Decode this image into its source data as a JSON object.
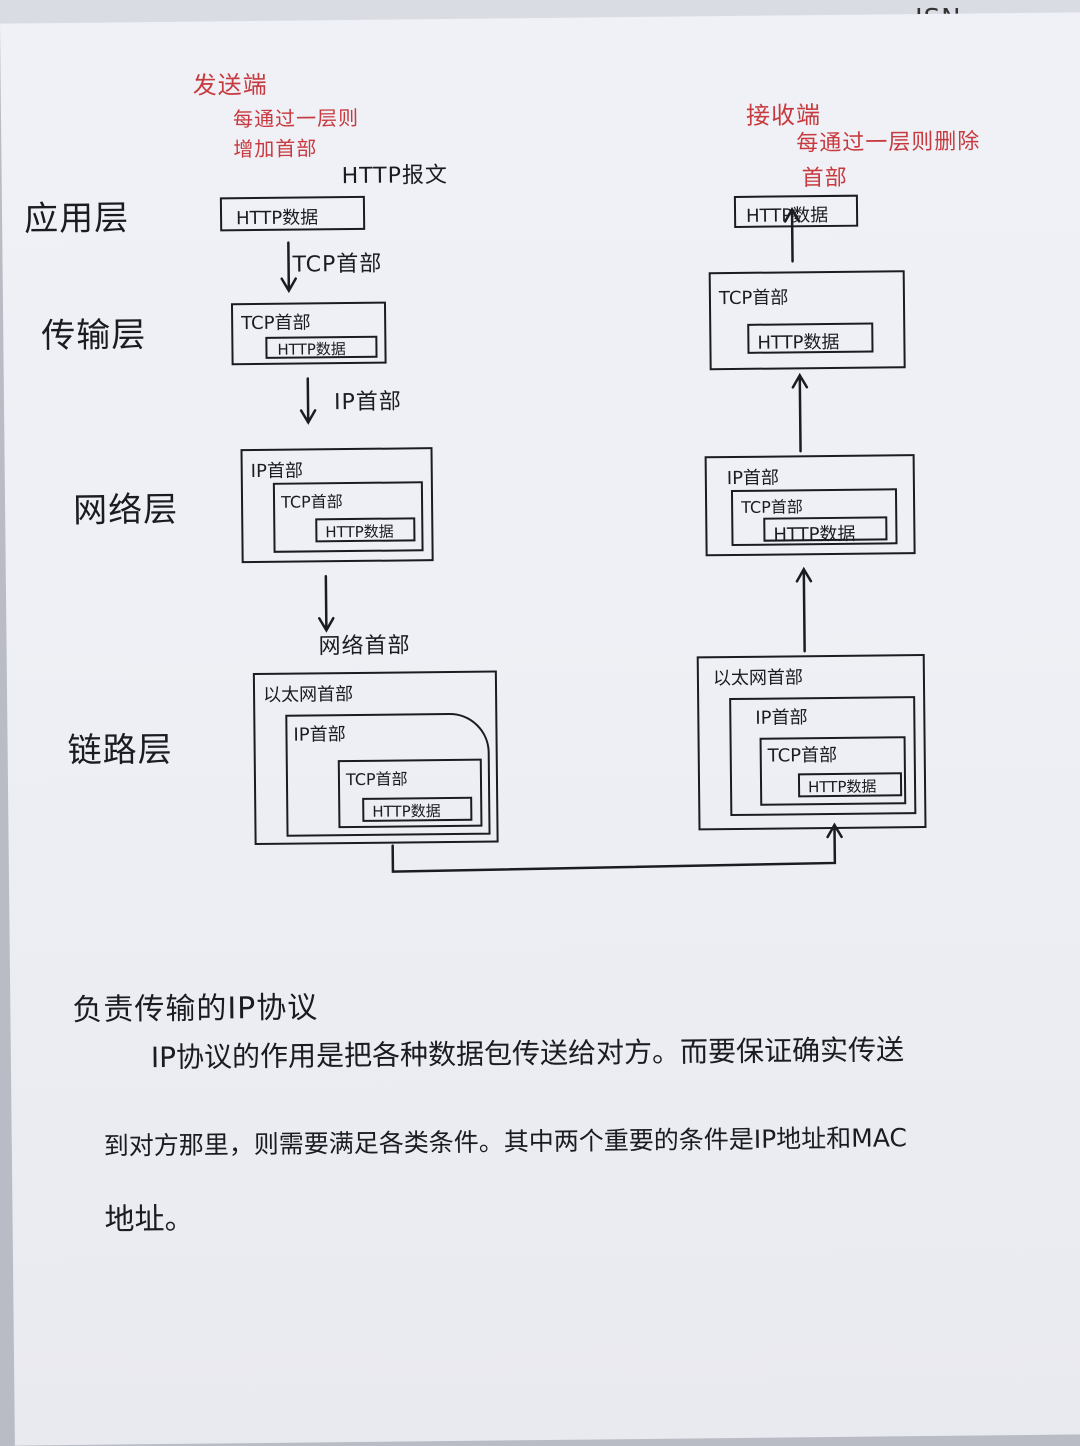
{
  "header_scribble": "ISN",
  "layers": {
    "application": "应用层",
    "transport": "传输层",
    "network": "网络层",
    "link": "链路层"
  },
  "sender": {
    "annotation": [
      "发送端",
      "每通过一层则",
      "增加首部"
    ],
    "http_message": "HTTP报文",
    "http_data": "HTTP数据",
    "tcp_header": "TCP首部",
    "ip_header": "IP首部",
    "ethernet_header": "以太网首部",
    "step_tcp": "TCP首部",
    "step_ip": "IP首部",
    "step_link": "网络首部"
  },
  "receiver": {
    "annotation": [
      "接收端",
      "每通过一层则删除",
      "首部"
    ],
    "http_data": "HTTP数据",
    "tcp_header": "TCP首部",
    "ip_header": "IP首部",
    "ethernet_header": "以太网首部"
  },
  "notes": {
    "heading": "负责传输的IP协议",
    "line1": "IP协议的作用是把各种数据包传送给对方。而要保证确实传送",
    "line2": "到对方那里，则需要满足各类条件。其中两个重要的条件是IP地址和MAC",
    "line3": "地址。"
  },
  "colors": {
    "ink": "#1b1b22",
    "red_ink": "#c73a3f",
    "paper": "#eef0f5"
  }
}
